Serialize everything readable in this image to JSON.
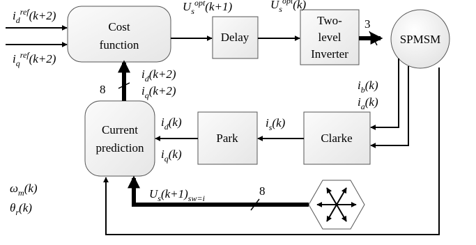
{
  "blocks": {
    "cost_function": [
      "Cost",
      "function"
    ],
    "delay": "Delay",
    "inverter": [
      "Two-",
      "level",
      "Inverter"
    ],
    "motor": "SPMSM",
    "clarke": "Clarke",
    "park": "Park",
    "current_prediction": [
      "Current",
      "prediction"
    ]
  },
  "signals": {
    "id_ref": "i_d^{ref}(k+2)",
    "iq_ref": "i_q^{ref}(k+2)",
    "us_opt_k1": "U_s^{opt}(k+1)",
    "us_opt_k": "U_s^{opt}(k)",
    "id_k2": "i_d(k+2)",
    "iq_k2": "i_q(k+2)",
    "ib_k": "i_b(k)",
    "ia_k": "i_a(k)",
    "is_k": "i_s(k)",
    "id_k": "i_d(k)",
    "iq_k": "i_q(k)",
    "wm_k": "ω_m(k)",
    "theta_k": "θ_r(k)",
    "us_sw": "U_s(k+1)_{sw=i}"
  },
  "bus_widths": {
    "inverter_to_motor": "3",
    "prediction_to_cost": "8",
    "vectors_to_prediction": "8"
  }
}
